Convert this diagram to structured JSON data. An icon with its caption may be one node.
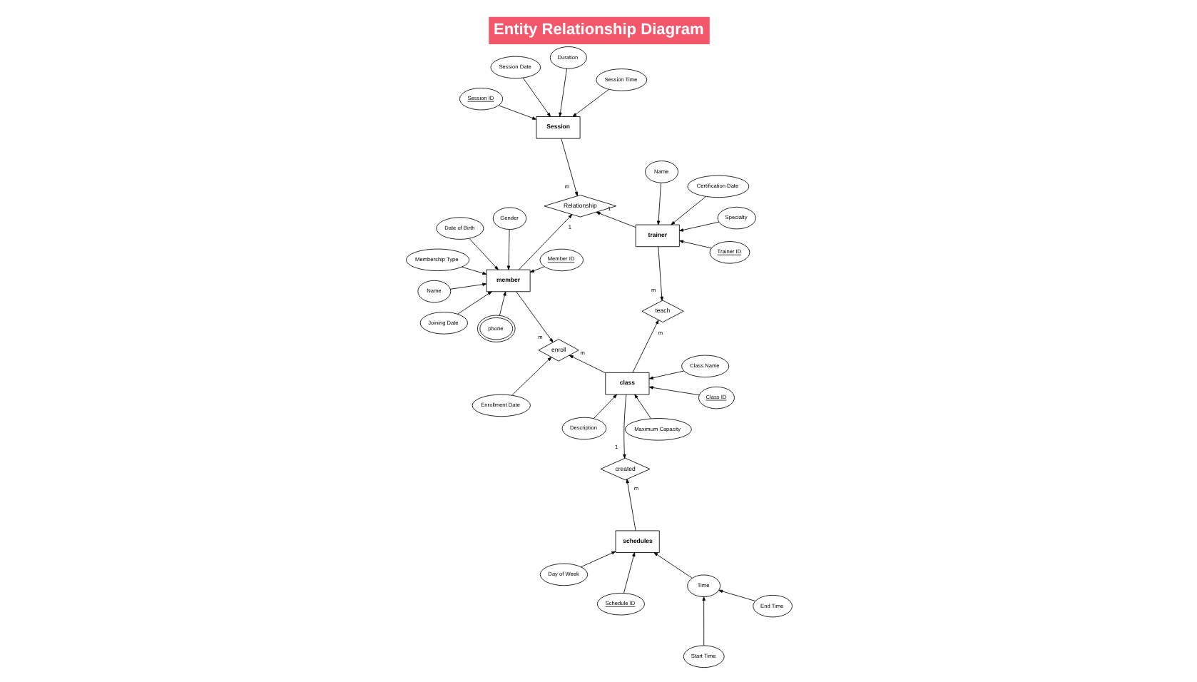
{
  "diagram": {
    "title": "Entity Relationship Diagram",
    "nodes": [
      {
        "text": [
          "Name"
        ]
      },
      {
        "text": [
          "Member ID"
        ]
      },
      {
        "text": [
          "phone"
        ]
      },
      {
        "text": [
          "Date of Birth"
        ]
      },
      {
        "text": [
          "Gender"
        ]
      },
      {
        "text": [
          "Membership Type"
        ]
      },
      {
        "text": [
          "Joining Date"
        ]
      },
      {
        "text": [
          "member"
        ]
      },
      {
        "text": [
          "Session ID"
        ]
      },
      {
        "text": [
          "enroll"
        ]
      },
      {
        "text": [
          "Enrollment Date"
        ]
      },
      {
        "text": [
          "Session Date"
        ]
      },
      {
        "text": [
          "Maximum Capacity"
        ]
      },
      {
        "text": [
          "Session Time"
        ]
      },
      {
        "text": [
          "Session"
        ]
      },
      {
        "text": [
          "Relationship"
        ]
      },
      {
        "text": [
          "Description"
        ]
      },
      {
        "text": [
          "class"
        ]
      },
      {
        "text": [
          "created"
        ]
      },
      {
        "text": [
          "schedules"
        ]
      },
      {
        "text": [
          "Schedule ID"
        ]
      },
      {
        "text": [
          "Day of Week"
        ]
      },
      {
        "text": [
          "Class Name"
        ]
      },
      {
        "text": [
          "Class ID"
        ]
      },
      {
        "text": [
          "Duration"
        ]
      },
      {
        "text": [
          "Time"
        ]
      },
      {
        "text": [
          "teach"
        ]
      },
      {
        "text": [
          "Start Time"
        ]
      },
      {
        "text": [
          "End Time"
        ]
      },
      {
        "text": [
          "trainer"
        ]
      },
      {
        "text": [
          "Specialty"
        ]
      },
      {
        "text": [
          "Trainer ID"
        ]
      },
      {
        "text": [
          "Name"
        ]
      },
      {
        "text": [
          "Certification Date"
        ]
      }
    ],
    "edges": [
      {
        "from": 0,
        "to": 7,
        "arrow": "to"
      },
      {
        "from": 1,
        "to": 7,
        "arrow": "to"
      },
      {
        "from": 2,
        "to": 7,
        "arrow": "to"
      },
      {
        "from": 3,
        "to": 7,
        "arrow": "to"
      },
      {
        "from": 4,
        "to": 7,
        "arrow": "to"
      },
      {
        "from": 5,
        "to": 7,
        "arrow": "to"
      },
      {
        "from": 6,
        "to": 7,
        "arrow": "to"
      },
      {
        "from": 7,
        "to": 9,
        "arrow": "to",
        "label": "m"
      },
      {
        "from": 10,
        "to": 9,
        "arrow": "to"
      },
      {
        "from": 17,
        "to": 9,
        "arrow": "to",
        "label": "m"
      },
      {
        "from": 7,
        "to": 15,
        "arrow": "to",
        "label": "1"
      },
      {
        "from": 14,
        "to": 15,
        "arrow": "to",
        "label": "m"
      },
      {
        "from": 29,
        "to": 15,
        "arrow": "to",
        "label": "1"
      },
      {
        "from": 8,
        "to": 14,
        "arrow": "to"
      },
      {
        "from": 11,
        "to": 14,
        "arrow": "to"
      },
      {
        "from": 13,
        "to": 14,
        "arrow": "to"
      },
      {
        "from": 24,
        "to": 14,
        "arrow": "to"
      },
      {
        "from": 12,
        "to": 17,
        "arrow": "to"
      },
      {
        "from": 16,
        "to": 17,
        "arrow": "to"
      },
      {
        "from": 22,
        "to": 17,
        "arrow": "to"
      },
      {
        "from": 23,
        "to": 17,
        "arrow": "to"
      },
      {
        "from": 17,
        "to": 18,
        "arrow": "to",
        "label": "1"
      },
      {
        "from": 19,
        "to": 18,
        "arrow": "to",
        "label": "m"
      },
      {
        "from": 20,
        "to": 19,
        "arrow": "to"
      },
      {
        "from": 21,
        "to": 19,
        "arrow": "to"
      },
      {
        "from": 25,
        "to": 19,
        "arrow": "to"
      },
      {
        "from": 28,
        "to": 25,
        "arrow": "to"
      },
      {
        "from": 27,
        "to": 25,
        "arrow": "to"
      },
      {
        "from": 17,
        "to": 26,
        "arrow": "to",
        "label": "m"
      },
      {
        "from": 29,
        "to": 26,
        "arrow": "to",
        "label": "m"
      },
      {
        "from": 30,
        "to": 29,
        "arrow": "to"
      },
      {
        "from": 31,
        "to": 29,
        "arrow": "to"
      },
      {
        "from": 32,
        "to": 29,
        "arrow": "to"
      },
      {
        "from": 33,
        "to": 29,
        "arrow": "to"
      }
    ]
  }
}
